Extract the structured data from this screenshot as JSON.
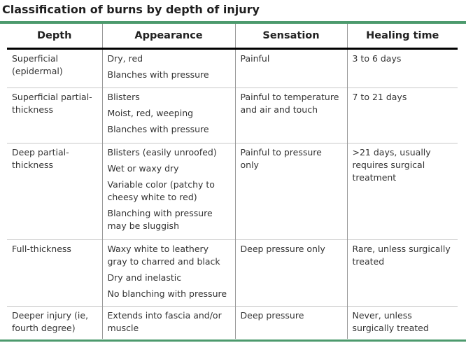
{
  "title": "Classification of burns by depth of injury",
  "accent_color": "#4c9a6d",
  "columns": [
    "Depth",
    "Appearance",
    "Sensation",
    "Healing time"
  ],
  "rows": [
    {
      "depth": "Superficial (epidermal)",
      "appearance": [
        "Dry, red",
        "Blanches with pressure"
      ],
      "sensation": "Painful",
      "healing": "3 to 6 days"
    },
    {
      "depth": "Superficial partial-thickness",
      "appearance": [
        "Blisters",
        "Moist, red, weeping",
        "Blanches with pressure"
      ],
      "sensation": "Painful to temperature and air and touch",
      "healing": "7 to 21 days"
    },
    {
      "depth": "Deep partial-thickness",
      "appearance": [
        "Blisters (easily unroofed)",
        "Wet or waxy dry",
        "Variable color (patchy to cheesy white to red)",
        "Blanching with pressure may be sluggish"
      ],
      "sensation": "Painful to pressure only",
      "healing": ">21 days, usually requires surgical treatment"
    },
    {
      "depth": "Full-thickness",
      "appearance": [
        "Waxy white to leathery gray to charred and black",
        "Dry and inelastic",
        "No blanching with pressure"
      ],
      "sensation": "Deep pressure only",
      "healing": "Rare, unless surgically treated"
    },
    {
      "depth": "Deeper injury (ie, fourth degree)",
      "appearance": [
        "Extends into fascia and/or muscle"
      ],
      "sensation": "Deep pressure",
      "healing": "Never, unless surgically treated"
    }
  ]
}
